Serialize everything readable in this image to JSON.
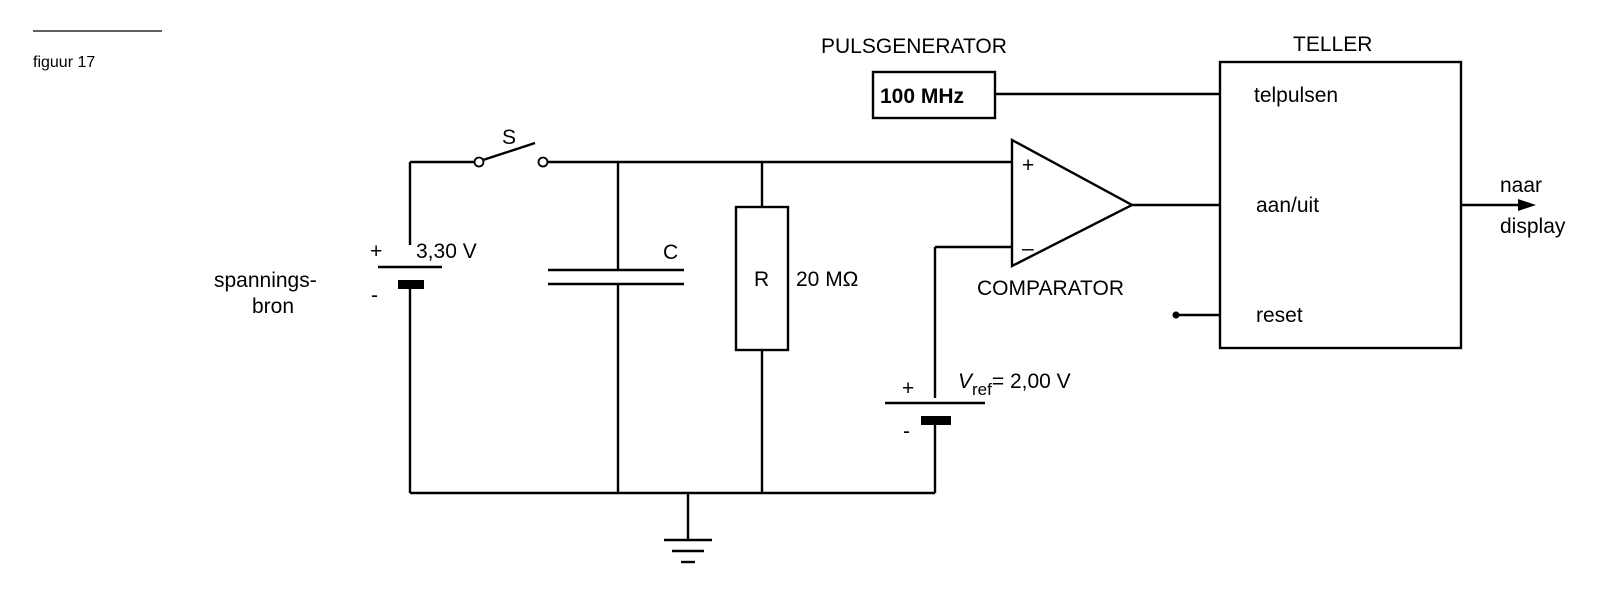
{
  "figure_label": "figuur 17",
  "pulse_generator": {
    "title": "PULSGENERATOR",
    "frequency": "100 MHz"
  },
  "counter": {
    "title": "TELLER",
    "inputs": [
      "telpulsen",
      "aan/uit",
      "reset"
    ],
    "output_label_line1": "naar",
    "output_label_line2": "display"
  },
  "comparator": {
    "title": "COMPARATOR",
    "plus_sign": "+",
    "minus_sign": "–"
  },
  "switch": {
    "label": "S"
  },
  "capacitor": {
    "label": "C"
  },
  "resistor": {
    "label": "R",
    "value": "20 MΩ"
  },
  "source": {
    "label_line1": "spannings-",
    "label_line2": "bron",
    "voltage": "3,30 V",
    "plus_sign": "+",
    "minus_sign": "-"
  },
  "reference": {
    "symbol": "V",
    "subscript": "ref",
    "value": "= 2,00 V",
    "plus_sign": "+",
    "minus_sign": "-"
  }
}
